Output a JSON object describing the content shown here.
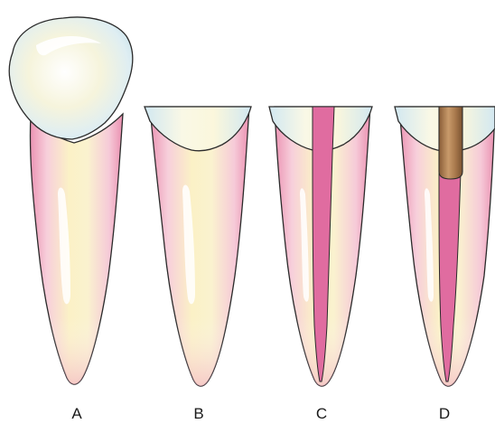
{
  "panels": [
    {
      "label": "A",
      "stage": "intact-crown"
    },
    {
      "label": "B",
      "stage": "crown-removed"
    },
    {
      "label": "C",
      "stage": "canal-exposed"
    },
    {
      "label": "D",
      "stage": "post-inserted"
    }
  ],
  "colors": {
    "root_fill": "#f9dfe4",
    "root_edge": "#e48fae",
    "root_highlight": "#fbf3c8",
    "root_outline": "#2b2b2b",
    "crown_fill": "#f6f6ec",
    "crown_tint": "#cfe6f0",
    "crown_warm": "#f4f0c4",
    "pulp_canal": "#e06ca0",
    "post": "#a8784c",
    "post_highlight": "#d2a97c"
  }
}
